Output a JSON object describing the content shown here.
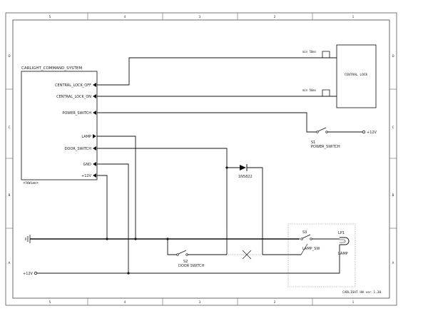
{
  "block": {
    "title": "CARLIGHT_COMMAND_SYSTEM",
    "value": "<Value>",
    "pins": [
      "CENTRAL_LOCK_OFF",
      "CENTRAL_LOCK_ON",
      "POWER_SWITCH",
      "LAMP",
      "DOOR_SWITCH",
      "GND",
      "+12V"
    ]
  },
  "central_lock": {
    "label": "CENTRAL LOCK",
    "pulse_off": "min 50ms",
    "pulse_on": "min 50ms"
  },
  "s1": {
    "ref": "S1",
    "name": "POWER_SWITCH",
    "supply": "+12V"
  },
  "diode": {
    "part": "1N5822"
  },
  "s2": {
    "ref": "S2",
    "name": "DOOR SWITCH"
  },
  "s3": {
    "ref": "S3",
    "name": "LAMP_SW"
  },
  "lp1": {
    "ref": "LP1",
    "name": "LAMP"
  },
  "supply_left": "+12V",
  "sheet": {
    "title_block": "CARLIGHT HW ver 1.30",
    "columns": [
      "5",
      "4",
      "3",
      "2",
      "1"
    ],
    "rows": [
      "D",
      "C",
      "B",
      "A"
    ]
  }
}
